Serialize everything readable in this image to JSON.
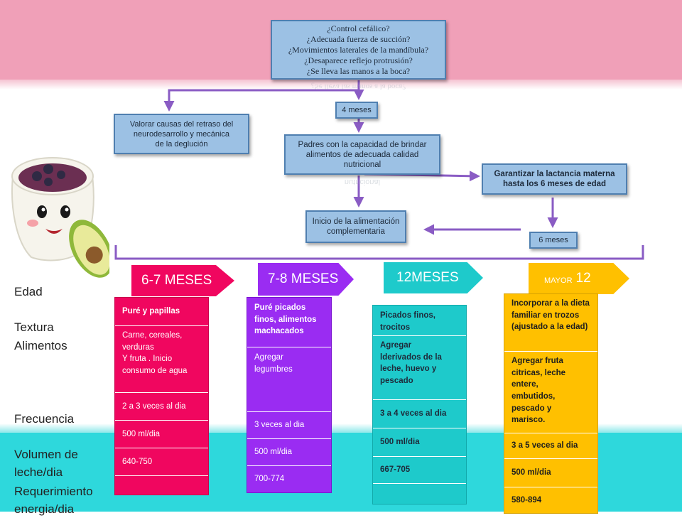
{
  "flow": {
    "questions": [
      "¿Control cefálico?",
      "¿Adecuada fuerza de succión?",
      "¿Movimientos laterales de la mandíbula?",
      "¿Desaparece reflejo protrusión?",
      "¿Se lleva las manos a la boca?"
    ],
    "questions_reflection": "¿Se lleva las manos a la boca?",
    "four_months": "4 meses",
    "assess_delay": [
      "Valorar causas del retraso del",
      "neurodesarrollo y mecánica",
      "de la deglución"
    ],
    "parents": [
      "Padres con la capacidad de brindar",
      "alimentos de adecuada calidad",
      "nutricional"
    ],
    "parents_reflection": "nutricional",
    "lactation": [
      "Garantizar la lactancia materna",
      "hasta los 6 meses de edad"
    ],
    "start_feeding": [
      "Inicio de la alimentación",
      "complementaria"
    ],
    "six_months": "6 meses"
  },
  "colors": {
    "pink": "#f0065f",
    "purple": "#9a2cf2",
    "teal": "#1ecacb",
    "orange": "#ffc000",
    "arrow": "#8a5cc4"
  },
  "stages": [
    {
      "label": "6-7 MESES"
    },
    {
      "label": "7-8 MESES"
    },
    {
      "label": "12MESES"
    },
    {
      "label_small": "MAYOR",
      "label_big": "12"
    }
  ],
  "row_labels": {
    "edad": "Edad",
    "textura": "Textura",
    "alimentos": "Alimentos",
    "frecuencia": "Frecuencia",
    "volumen": "Volumen de",
    "volumen2": "leche/dia",
    "requerimiento": "Requerimiento",
    "energia": "energia/dia"
  },
  "columns": [
    {
      "texture": "Puré y papillas",
      "foods": [
        "Carne, cereales,",
        "verduras",
        "Y fruta . Inicio",
        "consumo de agua"
      ],
      "frequency": "2 a 3 veces al dia",
      "volume": "500  ml/dia",
      "energy": "640-750"
    },
    {
      "texture": "Puré  picados finos, alimentos machacados",
      "foods": [
        "Agregar",
        "legumbres"
      ],
      "frequency": "3 veces al dia",
      "volume": "500  ml/dia",
      "energy": "700-774"
    },
    {
      "texture": "Picados finos, trocitos",
      "foods": [
        "Agregar",
        "lderivados de la",
        "leche, huevo y",
        "pescado"
      ],
      "frequency": "3  a 4 veces al dia",
      "volume": "500  ml/dia",
      "energy": "667-705"
    },
    {
      "texture": "Incorporar a la dieta familiar en trozos (ajustado a la edad)",
      "foods": [
        "Agregar fruta",
        "citricas, leche",
        "entere,",
        "embutidos,",
        "pescado y",
        "marisco."
      ],
      "frequency": "3  a 5 veces al dia",
      "volume": "500  ml/dia",
      "energy": "580-894"
    }
  ]
}
